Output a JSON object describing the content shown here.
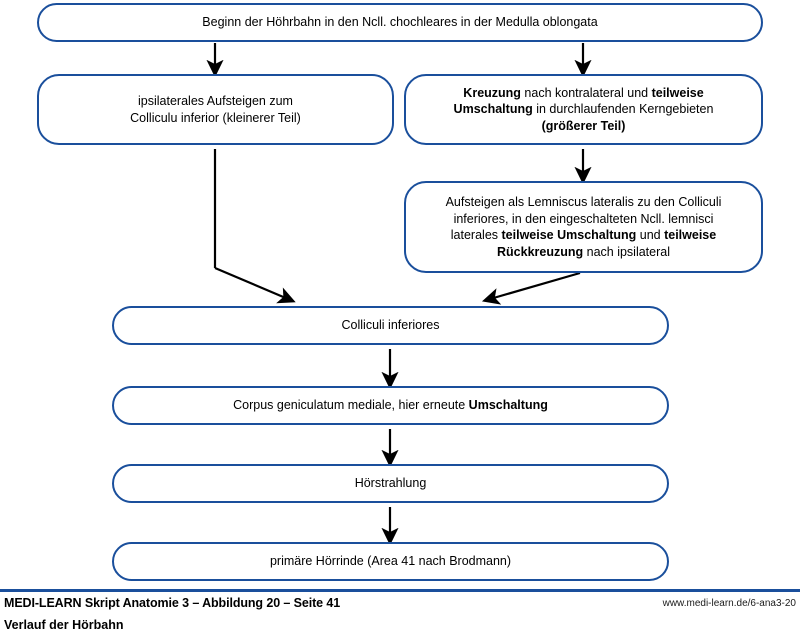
{
  "diagram": {
    "accent_color": "#1a4f9c",
    "box_fill": "#ffffff",
    "arrow_color": "#000000",
    "nodes": [
      {
        "id": "start",
        "text": "Beginn der Höhrbahn in den Ncll. chochleares in der Medulla oblongata"
      },
      {
        "id": "ipsi",
        "line1": "ipsilaterales Aufsteigen zum",
        "line2": "Colliculu inferior (kleinerer Teil)"
      },
      {
        "id": "kreuzung",
        "l1a": "Kreuzung",
        "l1b": " nach kontralateral und ",
        "l1c": "teilweise",
        "l2a": "Umschaltung",
        "l2b": " in durchlaufenden Kerngebieten",
        "l3a": "(größerer Teil)"
      },
      {
        "id": "lemniscus",
        "l1": "Aufsteigen als Lemniscus lateralis zu den Colliculi",
        "l2": "inferiores, in den eingeschalteten Ncll. lemnisci",
        "l3a": "laterales ",
        "l3b": "teilweise Umschaltung",
        "l3c": " und ",
        "l3d": "teilweise",
        "l4a": "Rückkreuzung",
        "l4b": " nach ipsilateral"
      },
      {
        "id": "colliculi",
        "text": "Colliculi inferiores"
      },
      {
        "id": "corpus",
        "a": "Corpus geniculatum mediale, hier erneute ",
        "b": "Umschaltung"
      },
      {
        "id": "hoerstrahlung",
        "text": "Hörstrahlung"
      },
      {
        "id": "hoerrinde",
        "text": "primäre Hörrinde (Area 41  nach Brodmann)"
      }
    ],
    "edges": [
      {
        "id": "start-to-ipsi",
        "kind": "arrow-down"
      },
      {
        "id": "start-to-kreuzung",
        "kind": "arrow-down"
      },
      {
        "id": "kreuzung-to-lemniscus",
        "kind": "arrow-down"
      },
      {
        "id": "ipsi-to-colliculi",
        "kind": "elbow-diagonal-arrow"
      },
      {
        "id": "lemniscus-to-colliculi",
        "kind": "diagonal-arrow-left"
      },
      {
        "id": "colliculi-to-corpus",
        "kind": "arrow-down"
      },
      {
        "id": "corpus-to-hoerstrahlung",
        "kind": "arrow-down"
      },
      {
        "id": "hoerstrahlung-to-hoerrinde",
        "kind": "arrow-down"
      }
    ]
  },
  "footer": {
    "title": "MEDI-LEARN Skript Anatomie 3 – Abbildung 20 – Seite 41",
    "subtitle": "Verlauf der Hörbahn",
    "url": "www.medi-learn.de/6-ana3-20"
  }
}
